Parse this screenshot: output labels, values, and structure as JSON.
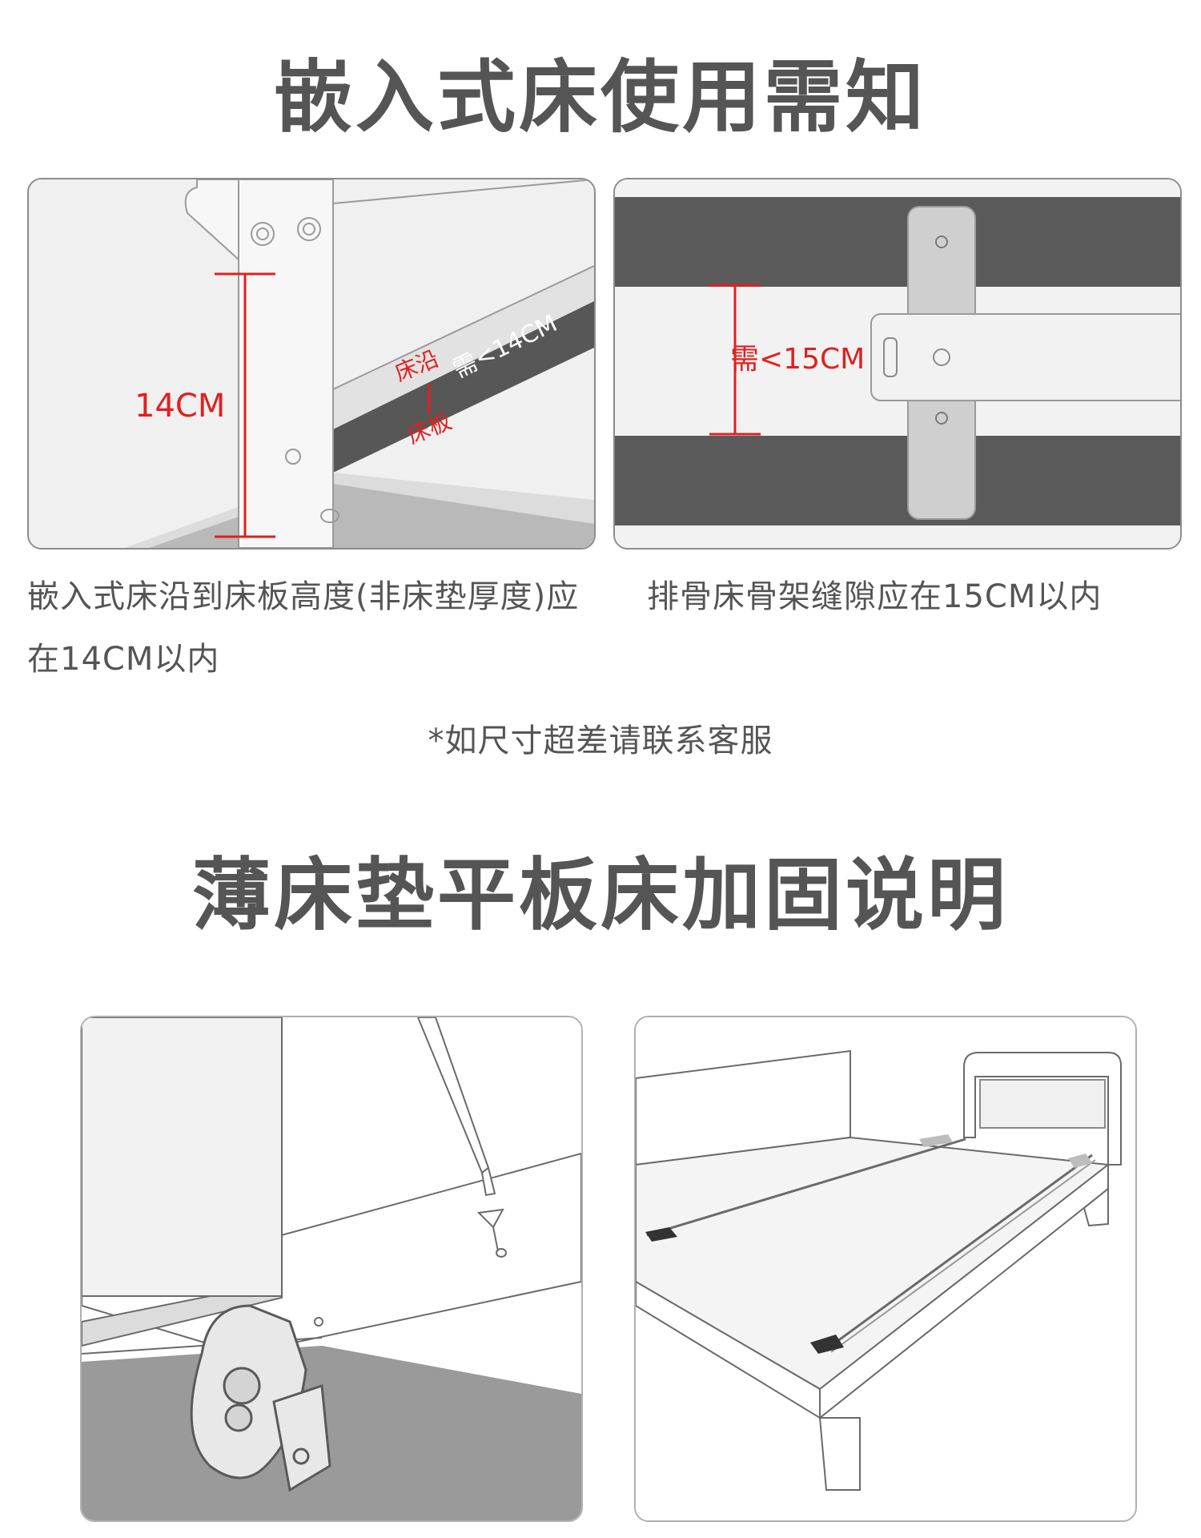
{
  "section1": {
    "title": "嵌入式床使用需知",
    "panel_left": {
      "measure_label": "14CM",
      "edge_label": "床沿",
      "board_label": "床板",
      "need_label": "需<14CM"
    },
    "panel_right": {
      "measure_label": "需<15CM"
    },
    "caption_left": "嵌入式床沿到床板高度(非床垫厚度)应在14CM以内",
    "caption_right": "排骨床骨架缝隙应在15CM以内",
    "note": "*如尺寸超差请联系客服"
  },
  "section2": {
    "title": "薄床垫平板床加固说明"
  },
  "colors": {
    "text": "#555555",
    "accent_red": "#e02020",
    "panel_border": "#8c8c8c",
    "dark_gray": "#5a5a5a",
    "light_gray": "#ececec"
  }
}
